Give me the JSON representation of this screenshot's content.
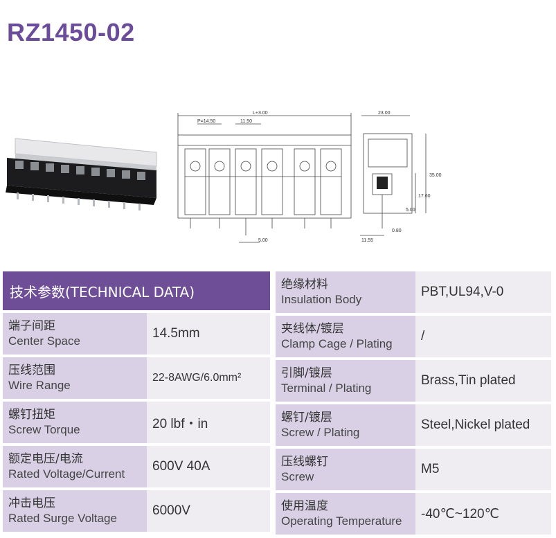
{
  "title": "RZ1450-02",
  "dims": {
    "top_length": "L+3.00",
    "pitch": "P=14.50",
    "gap": "11.50",
    "bottom": "5.00",
    "side_width": "23.00",
    "side_height": "35.00",
    "side_mid": "17.60",
    "side_pin": "5.00",
    "side_pin_w": "0.80",
    "side_offset": "11.55"
  },
  "table_header": "技术参数(TECHNICAL DATA)",
  "left_rows": [
    {
      "cn": "端子间距",
      "en": "Center Space",
      "value": "14.5mm"
    },
    {
      "cn": "压线范围",
      "en": "Wire Range",
      "value": "22-8AWG/6.0mm²"
    },
    {
      "cn": "螺钉扭矩",
      "en": "Screw Torque",
      "value": "20 lbf・in"
    },
    {
      "cn": "额定电压/电流",
      "en": "Rated Voltage/Current",
      "value": "600V 40A"
    },
    {
      "cn": "冲击电压",
      "en": "Rated Surge Voltage",
      "value": "6000V"
    }
  ],
  "right_rows": [
    {
      "cn": "绝缘材料",
      "en": "Insulation Body",
      "value": "PBT,UL94,V-0"
    },
    {
      "cn": "夹线体/镀层",
      "en": "Clamp Cage / Plating",
      "value": "/"
    },
    {
      "cn": "引脚/镀层",
      "en": "Terminal / Plating",
      "value": "Brass,Tin plated"
    },
    {
      "cn": "螺钉/镀层",
      "en": "Screw / Plating",
      "value": "Steel,Nickel plated"
    },
    {
      "cn": "压线螺钉",
      "en": "Screw",
      "value": "M5"
    },
    {
      "cn": "使用温度",
      "en": "Operating Temperature",
      "value": "-40℃~120℃"
    }
  ]
}
